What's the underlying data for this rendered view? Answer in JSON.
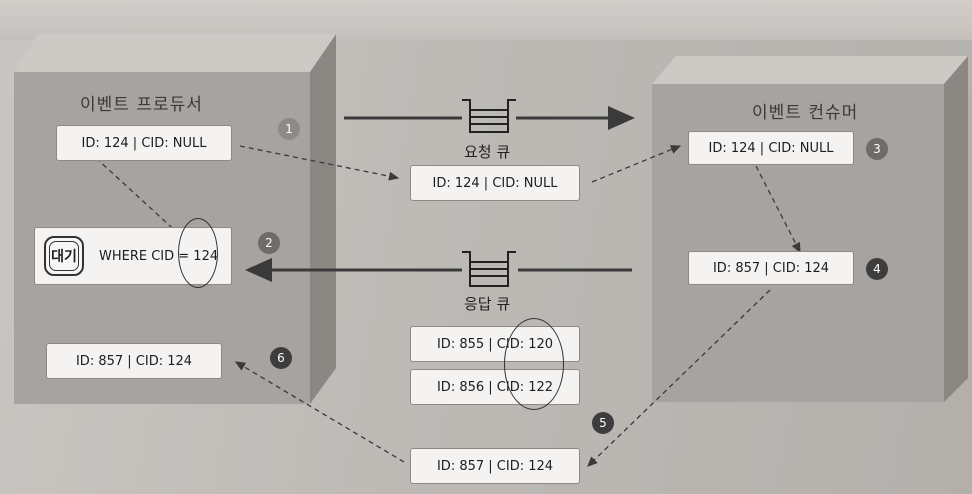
{
  "producer": {
    "label": "이벤트 프로듀서",
    "request_card": "ID: 124 | CID: NULL",
    "wait_sign": "대기",
    "where_clause": "WHERE CID = 124",
    "received_card": "ID: 857 | CID: 124"
  },
  "consumer": {
    "label": "이벤트 컨슈머",
    "received_card": "ID: 124 | CID: NULL",
    "response_card": "ID: 857 | CID: 124"
  },
  "request_queue": {
    "label": "요청 큐",
    "message": "ID: 124 | CID: NULL"
  },
  "response_queue": {
    "label": "응답 큐",
    "messages": [
      "ID: 855 | CID: 120",
      "ID: 856 | CID: 122"
    ],
    "incoming_message": "ID: 857 | CID: 124"
  },
  "steps": [
    "1",
    "2",
    "3",
    "4",
    "5",
    "6"
  ],
  "colors": {
    "box_front": "#a6a3a0",
    "box_top": "#cdcac6",
    "box_side": "#8b8884",
    "card": "#f4f3f1",
    "line": "#3a3a3a"
  }
}
